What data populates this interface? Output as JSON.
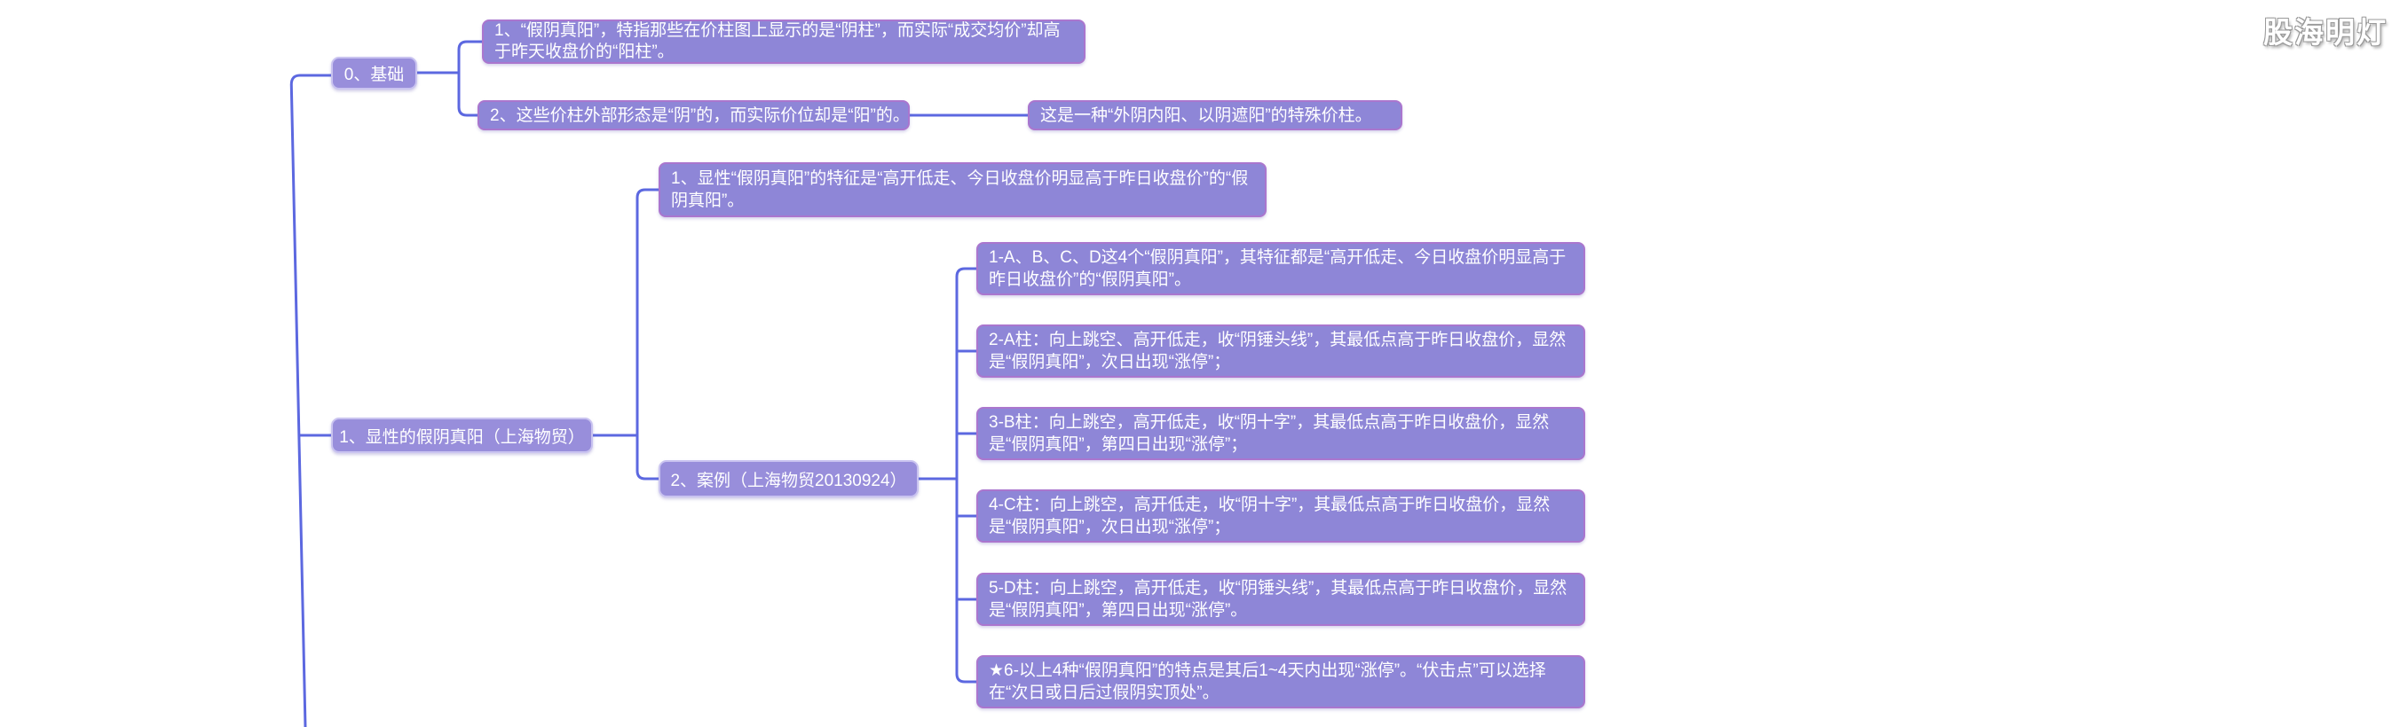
{
  "watermark": "股海明灯",
  "colors": {
    "background": "#ffffff",
    "connector": "#5c68e0",
    "node_fill": "#988edb",
    "node_border": "#c9c3f0",
    "topic_fill": "#8e86d7",
    "topic_border": "#aa76ce",
    "text": "#ffffff"
  },
  "map": {
    "basics": {
      "label": "0、基础",
      "topic1": "1、“假阴真阳”，特指那些在价柱图上显示的是“阴柱”，而实际“成交均价”却高于昨天收盘价的“阳柱”。",
      "topic2": "2、这些价柱外部形态是“阴”的，而实际价位却是“阳”的。",
      "topic2_note": "这是一种“外阴内阳、以阴遮阳”的特殊价柱。"
    },
    "explicit": {
      "label": "1、显性的假阴真阳（上海物贸）",
      "feature": "1、显性“假阴真阳”的特征是“高开低走、今日收盘价明显高于昨日收盘价”的“假阴真阳”。",
      "case_label": "2、案例（上海物贸20130924）",
      "case_points": [
        "1-A、B、C、D这4个“假阴真阳”，其特征都是“高开低走、今日收盘价明显高于昨日收盘价”的“假阴真阳”。",
        "2-A柱：向上跳空、高开低走，收“阴锤头线”，其最低点高于昨日收盘价，显然是“假阴真阳”，次日出现“涨停”；",
        "3-B柱：向上跳空，高开低走，收“阴十字”，其最低点高于昨日收盘价，显然是“假阴真阳”，第四日出现“涨停”；",
        "4-C柱：向上跳空，高开低走，收“阴十字”，其最低点高于昨日收盘价，显然是“假阴真阳”，次日出现“涨停”；",
        "5-D柱：向上跳空，高开低走，收“阴锤头线”，其最低点高于昨日收盘价，显然是“假阴真阳”，第四日出现“涨停”。",
        "★6-以上4种“假阴真阳”的特点是其后1~4天内出现“涨停”。“伏击点”可以选择在“次日或日后过假阴实顶处”。"
      ]
    }
  }
}
